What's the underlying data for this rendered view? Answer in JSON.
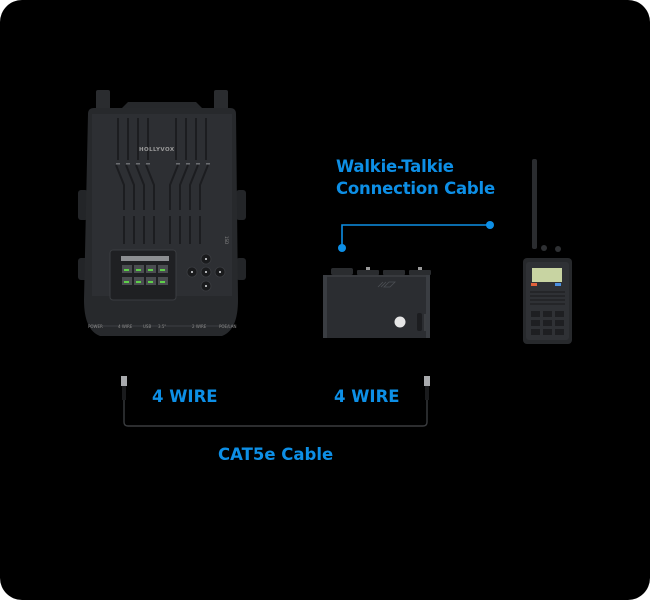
{
  "diagram": {
    "walkie_cable_label_line1": "Walkie-Talkie",
    "walkie_cable_label_line2": "Connection Cable",
    "wire_label_left": "4 WIRE",
    "wire_label_right": "4 WIRE",
    "cable_label": "CAT5e Cable",
    "accent_color": "#0d8fe6"
  },
  "base_station": {
    "brand": "HOLLYVOX",
    "side_label": "1SD",
    "ports": [
      "POWER",
      "4 WIRE",
      "USB",
      "3.5\"",
      "2 WIRE",
      "POE/LAN"
    ],
    "icon": "base-station-device"
  },
  "adapter_box": {
    "icon": "four-wire-adapter-box"
  },
  "radio": {
    "icon": "walkie-talkie"
  }
}
